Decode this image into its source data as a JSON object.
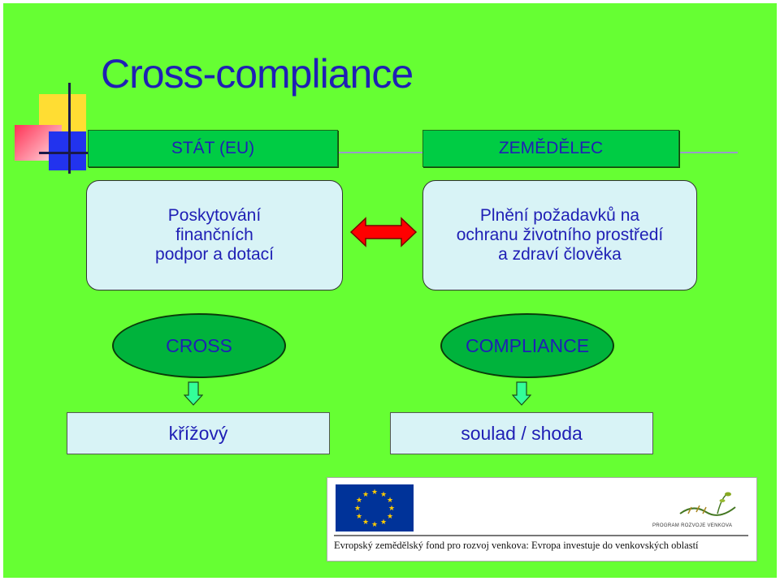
{
  "title": "Cross-compliance",
  "headers": {
    "left": "STÁT (EU)",
    "right": "ZEMĚDĚLEC"
  },
  "boxes": {
    "left": "Poskytování\nfinančních\npodpor a dotací",
    "right": "Plnění požadavků na\nochranu životního prostředí\na zdraví člověka"
  },
  "ellipses": {
    "left": "CROSS",
    "right": "COMPLIANCE"
  },
  "translations": {
    "left": "křížový",
    "right": "soulad / shoda"
  },
  "logo": {
    "caption": "Evropský zemědělský fond pro rozvoj venkova: Evropa investuje do venkovských oblastí",
    "program_label": "PROGRAM ROZVOJE VENKOVA"
  },
  "colors": {
    "background": "#66ff33",
    "text_blue": "#1f1fb5",
    "header_green": "#00cc44",
    "ellipse_green": "#00b33c",
    "box_fill": "#d8f3f6",
    "arrow_red": "#ff0000",
    "down_arrow": "#33ff99"
  }
}
